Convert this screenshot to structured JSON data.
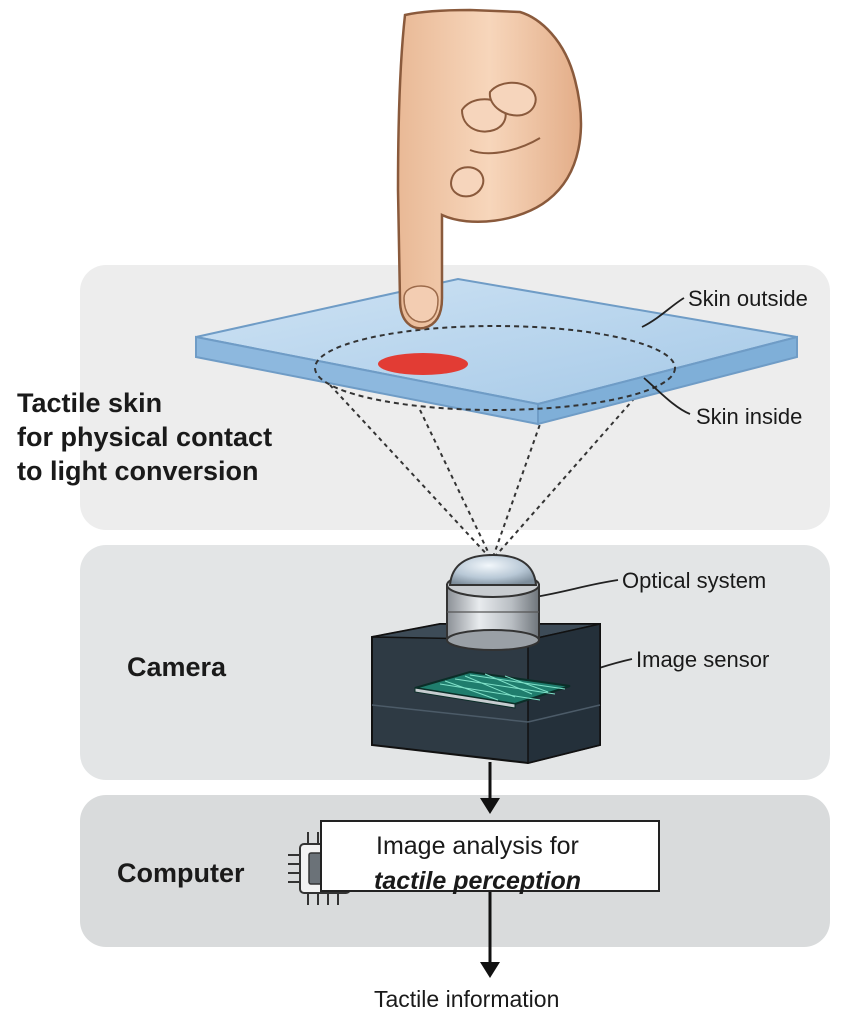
{
  "sections": {
    "skin": {
      "title_lines": [
        "Tactile skin",
        "for physical contact",
        "to light conversion"
      ]
    },
    "camera": {
      "title": "Camera"
    },
    "computer": {
      "title": "Computer"
    }
  },
  "callouts": {
    "skin_outside": "Skin outside",
    "skin_inside": "Skin inside",
    "optical_system": "Optical system",
    "image_sensor": "Image sensor"
  },
  "analysis": {
    "line1": "Image analysis for",
    "line2": "tactile perception"
  },
  "output_label": "Tactile information",
  "colors": {
    "panel_skin": "#ededed",
    "panel_camera": "#e3e5e6",
    "panel_computer": "#d9dbdc",
    "skin_sheet": "#a9cdec",
    "contact_spot": "#e23c34",
    "camera_body": "#2e3a44",
    "sensor_grid": "#2bb39a"
  },
  "icons": [
    "finger-hand-icon",
    "lens-icon",
    "image-sensor-chip-icon",
    "processor-chip-icon",
    "down-arrow-icon"
  ]
}
